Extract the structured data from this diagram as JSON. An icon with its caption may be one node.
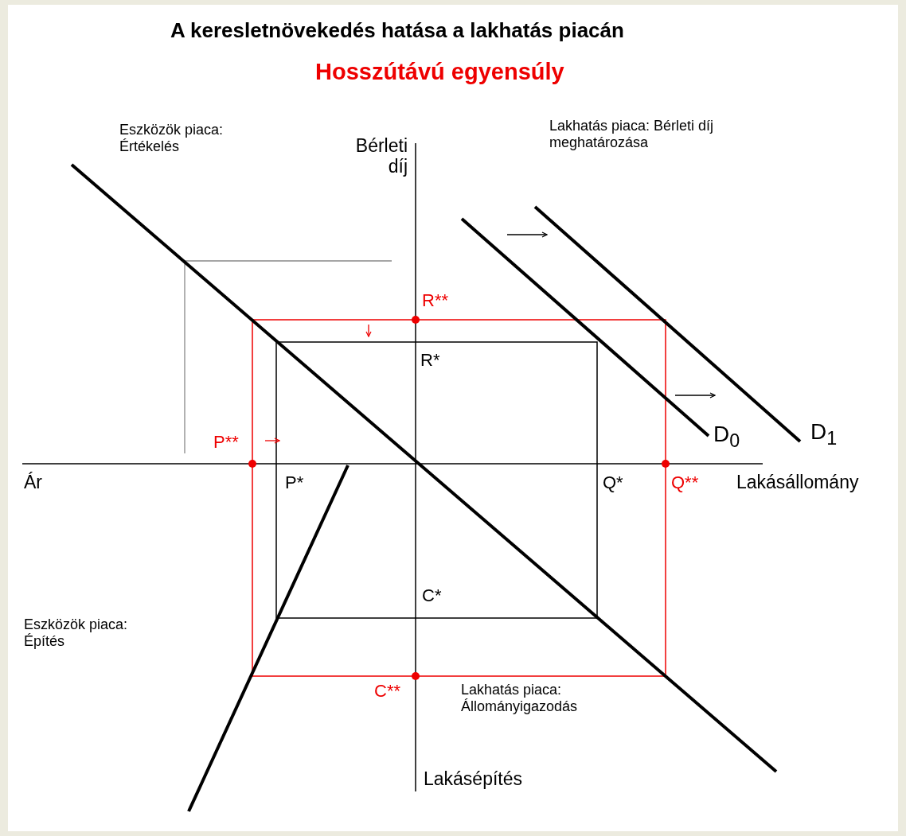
{
  "diagram": {
    "title": "A keresletnövekedés hatása a lakhatás piacán",
    "labels": [
      "Hosszútávú egyensúly",
      "Eszközök piaca: Értékelés",
      "Lakhatás piaca: Bérleti díj meghatározása",
      "Bérleti díj",
      "R**",
      "R*",
      "D$_{0}$",
      "D$_{1}$",
      "P**",
      "Ár",
      "P*",
      "Q*",
      "Q**",
      "Lakásállomány",
      "C*",
      "Eszközök piaca: Építés",
      "C**",
      "Lakhatás piaca: Állományigazodás",
      "Lakásépítés"
    ]
  }
}
